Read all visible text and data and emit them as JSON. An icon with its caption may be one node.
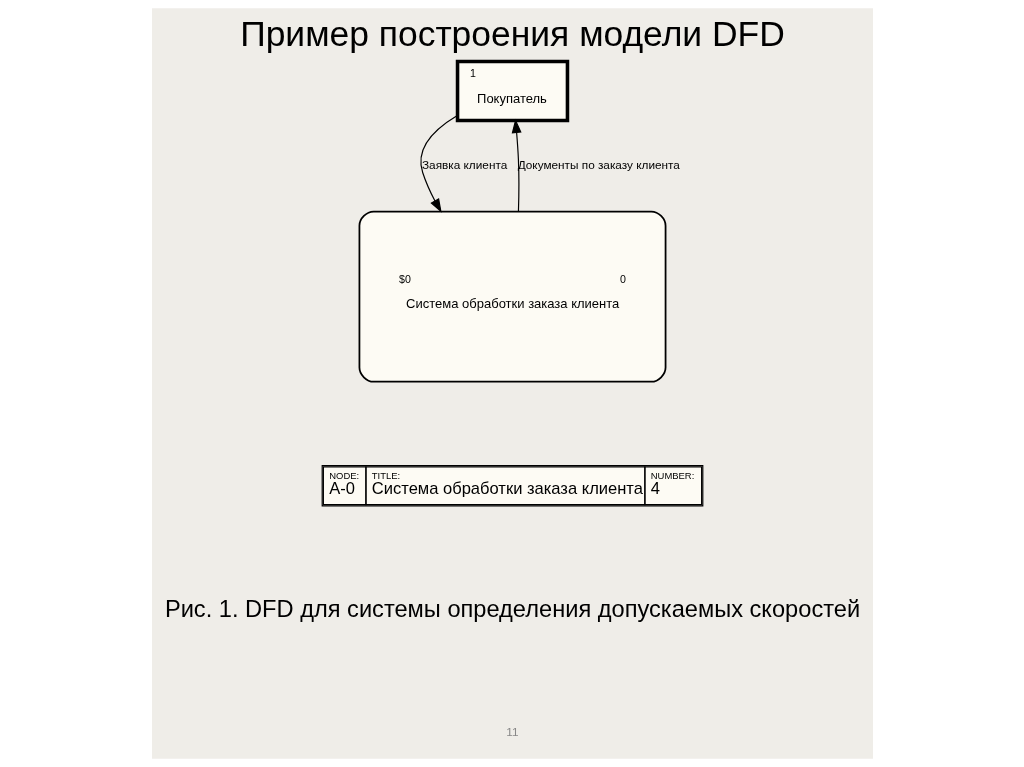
{
  "diagram": {
    "title": "Пример построения модели DFD",
    "caption": "Рис. 1. DFD для системы определения допускаемых скоростей",
    "nodes": [
      {
        "text": [
          "1",
          "Покупатель"
        ]
      },
      {
        "text": [
          "$0",
          "0",
          "Система обработки заказа клиента"
        ]
      }
    ],
    "edges": [
      {
        "from": 0,
        "to": 1,
        "arrow": "to",
        "label": "Заявка клиента"
      },
      {
        "from": 1,
        "to": 0,
        "arrow": "to",
        "label": "Документы по заказу клиента"
      }
    ],
    "labels": [
      "NODE:",
      "A-0",
      "TITLE:",
      "Система обработки заказа клиента",
      "NUMBER:",
      "4",
      "11"
    ]
  }
}
